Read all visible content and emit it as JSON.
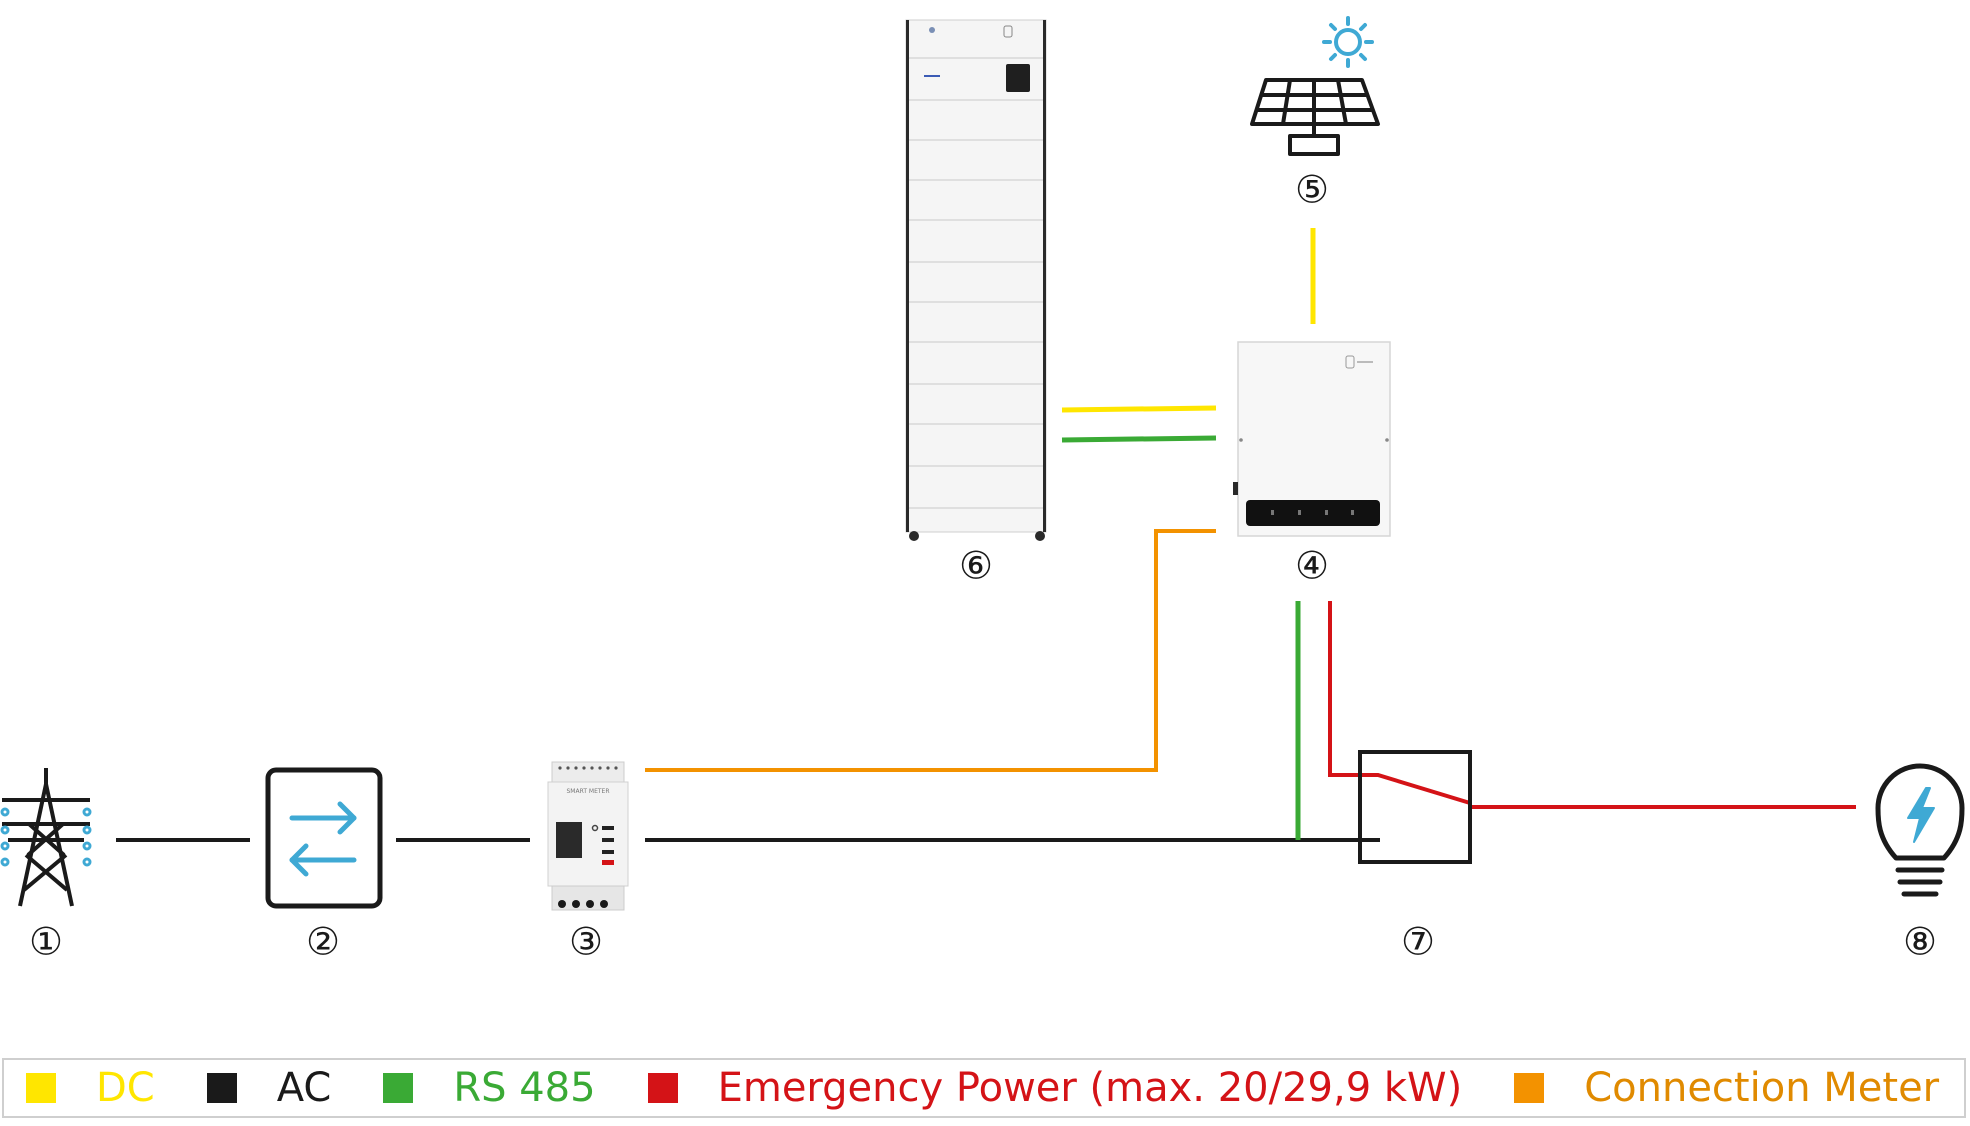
{
  "components": [
    {
      "number": "①",
      "icon": "power-pylon-icon"
    },
    {
      "number": "②",
      "icon": "bidirectional-arrows-icon"
    },
    {
      "number": "③",
      "icon": "smart-meter-icon",
      "device_label": "SMART METER"
    },
    {
      "number": "④",
      "icon": "inverter-icon"
    },
    {
      "number": "⑤",
      "icon": "solar-panel-icon"
    },
    {
      "number": "⑥",
      "icon": "battery-tower-icon"
    },
    {
      "number": "⑦",
      "icon": "switch-box-icon"
    },
    {
      "number": "⑧",
      "icon": "light-bulb-icon"
    }
  ],
  "legend": [
    {
      "label": "DC",
      "color": "#ffe600"
    },
    {
      "label": "AC",
      "color": "#1a1a1a"
    },
    {
      "label": "RS 485",
      "color": "#3aaa35"
    },
    {
      "label": "Emergency Power (max. 20/29,9 kW)",
      "color": "#d41317"
    },
    {
      "label": "Connection Meter",
      "color": "#f39200"
    }
  ],
  "colors": {
    "icon_accent": "#3fa9d4",
    "dc": "#ffe600",
    "ac": "#1a1a1a",
    "rs485": "#3aaa35",
    "emergency": "#d41317",
    "meter": "#f39200"
  }
}
